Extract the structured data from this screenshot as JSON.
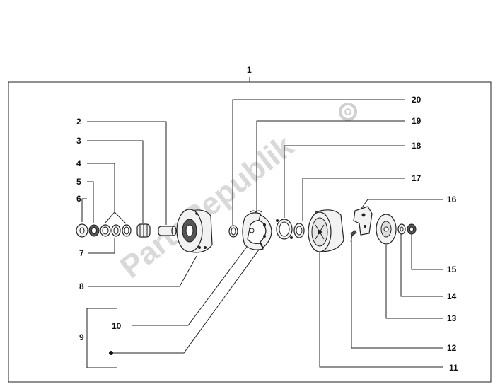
{
  "diagram": {
    "title_number": "1",
    "watermark": "PartsRepublik",
    "labels": {
      "l2": "2",
      "l3": "3",
      "l4": "4",
      "l5": "5",
      "l6": "6",
      "l7": "7",
      "l8": "8",
      "l9": "9",
      "l10": "10",
      "l11": "11",
      "l12": "12",
      "l13": "13",
      "l14": "14",
      "l15": "15",
      "l16": "16",
      "l17": "17",
      "l18": "18",
      "l19": "19",
      "l20": "20"
    },
    "icons": [
      "gear-icon"
    ],
    "colors": {
      "line": "#222222",
      "watermark": "#d9d9d9"
    }
  }
}
